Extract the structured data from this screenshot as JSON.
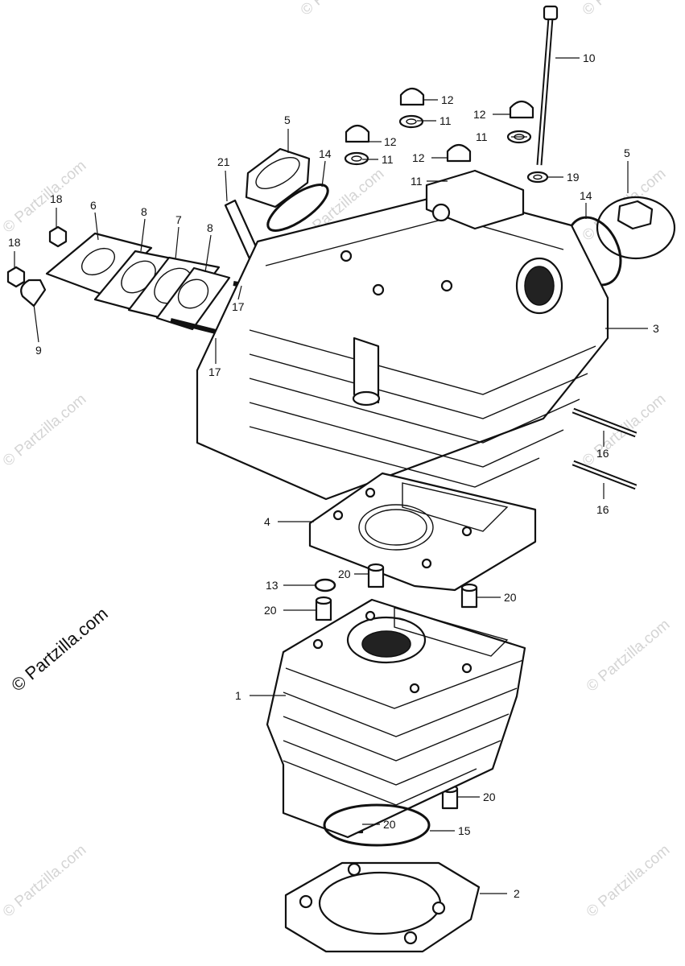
{
  "watermark": {
    "faint_text": "© Partzilla.com",
    "main_text": "© Partzilla.com"
  },
  "callouts": [
    {
      "id": "c1",
      "label": "1"
    },
    {
      "id": "c2",
      "label": "2"
    },
    {
      "id": "c3",
      "label": "3"
    },
    {
      "id": "c4",
      "label": "4"
    },
    {
      "id": "c5a",
      "label": "5"
    },
    {
      "id": "c5b",
      "label": "5"
    },
    {
      "id": "c6",
      "label": "6"
    },
    {
      "id": "c7",
      "label": "7"
    },
    {
      "id": "c8a",
      "label": "8"
    },
    {
      "id": "c8b",
      "label": "8"
    },
    {
      "id": "c9",
      "label": "9"
    },
    {
      "id": "c10",
      "label": "10"
    },
    {
      "id": "c11a",
      "label": "11"
    },
    {
      "id": "c11b",
      "label": "11"
    },
    {
      "id": "c11c",
      "label": "11"
    },
    {
      "id": "c11d",
      "label": "11"
    },
    {
      "id": "c12a",
      "label": "12"
    },
    {
      "id": "c12b",
      "label": "12"
    },
    {
      "id": "c12c",
      "label": "12"
    },
    {
      "id": "c12d",
      "label": "12"
    },
    {
      "id": "c13",
      "label": "13"
    },
    {
      "id": "c14a",
      "label": "14"
    },
    {
      "id": "c14b",
      "label": "14"
    },
    {
      "id": "c15",
      "label": "15"
    },
    {
      "id": "c16a",
      "label": "16"
    },
    {
      "id": "c16b",
      "label": "16"
    },
    {
      "id": "c17a",
      "label": "17"
    },
    {
      "id": "c17b",
      "label": "17"
    },
    {
      "id": "c18a",
      "label": "18"
    },
    {
      "id": "c18b",
      "label": "18"
    },
    {
      "id": "c19",
      "label": "19"
    },
    {
      "id": "c20a",
      "label": "20"
    },
    {
      "id": "c20b",
      "label": "20"
    },
    {
      "id": "c20c",
      "label": "20"
    },
    {
      "id": "c20d",
      "label": "20"
    },
    {
      "id": "c20e",
      "label": "20"
    },
    {
      "id": "c21",
      "label": "21"
    }
  ]
}
